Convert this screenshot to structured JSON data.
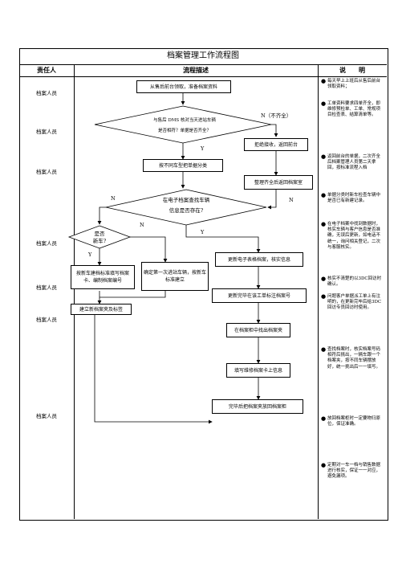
{
  "title": "档案管理工作流程图",
  "headers": {
    "role": "责任人",
    "flow": "流程描述",
    "desc": "说　　明"
  },
  "roles": [
    "档案人员",
    "档案人员",
    "档案人员",
    "档案人员",
    "档案人员",
    "档案人员",
    "档案人员"
  ],
  "nodes": {
    "n1": "从售后前台领取，准备档案资料",
    "n2a": "与售后 DMS 核对当天进站车辆",
    "n2b": "是否相符？单据是否齐全？",
    "n3": "拒绝接收，返回前台",
    "n4": "按不同车型把单据分类",
    "n5": "整理齐全后返回档案室",
    "n6a": "在电子档案查找车辆",
    "n6b": "信息是否存在?",
    "n7a": "是否",
    "n7b": "新车?",
    "n8": "按新车建档标准填写档案卡、编制档案编号",
    "n9": "确定第一次进站车辆，按新车标准建立",
    "n10": "更新电子表格档案，核实信息",
    "n11": "更新完毕在该工单标注档案号",
    "n12": "建立新档案夹及标签",
    "n13": "在档案柜中找出档案夹",
    "n14": "填写维修档案卡上信息",
    "n15": "完毕后把档案夹放回档案柜"
  },
  "labels": {
    "n_incomplete": "N（不齐全）",
    "y1": "Y",
    "n_left": "N",
    "n_right": "N",
    "n_new": "N",
    "y_new": "Y",
    "y_exist": "Y"
  },
  "notes": [
    "每天早上上班后从售后前台领取资料；",
    "工单资料要求四单齐全，即维修预检单、工单、常规项目检查表、结算清单等。",
    "返回前台的单据，二次齐全后档案管理人员第二天拿回，按标准流程入档",
    "单据分类时新车检查车辆中是否已有新建记录。",
    "在电子档案中找到数据时，核实车辆与客户信息是否准确，无误后更新，如电话不统一，询问相关登记，二次与客服核实。",
    "核实不清楚的以3DC回访时确认。",
    "问题客户单据派工单上有注明的，在更新完毕后给3DC回访专员回访时使用。",
    "查找档案时，核实档案号码相符后挑出，一辆车跟一个档案夹，按不同车辆摆放好，统一挑出后一一填写。",
    "放回档案柜时一定要物归原位，保证准确。",
    "定期对一车一档与销售数据进行核实，保证一一对应，避免漏项。"
  ]
}
